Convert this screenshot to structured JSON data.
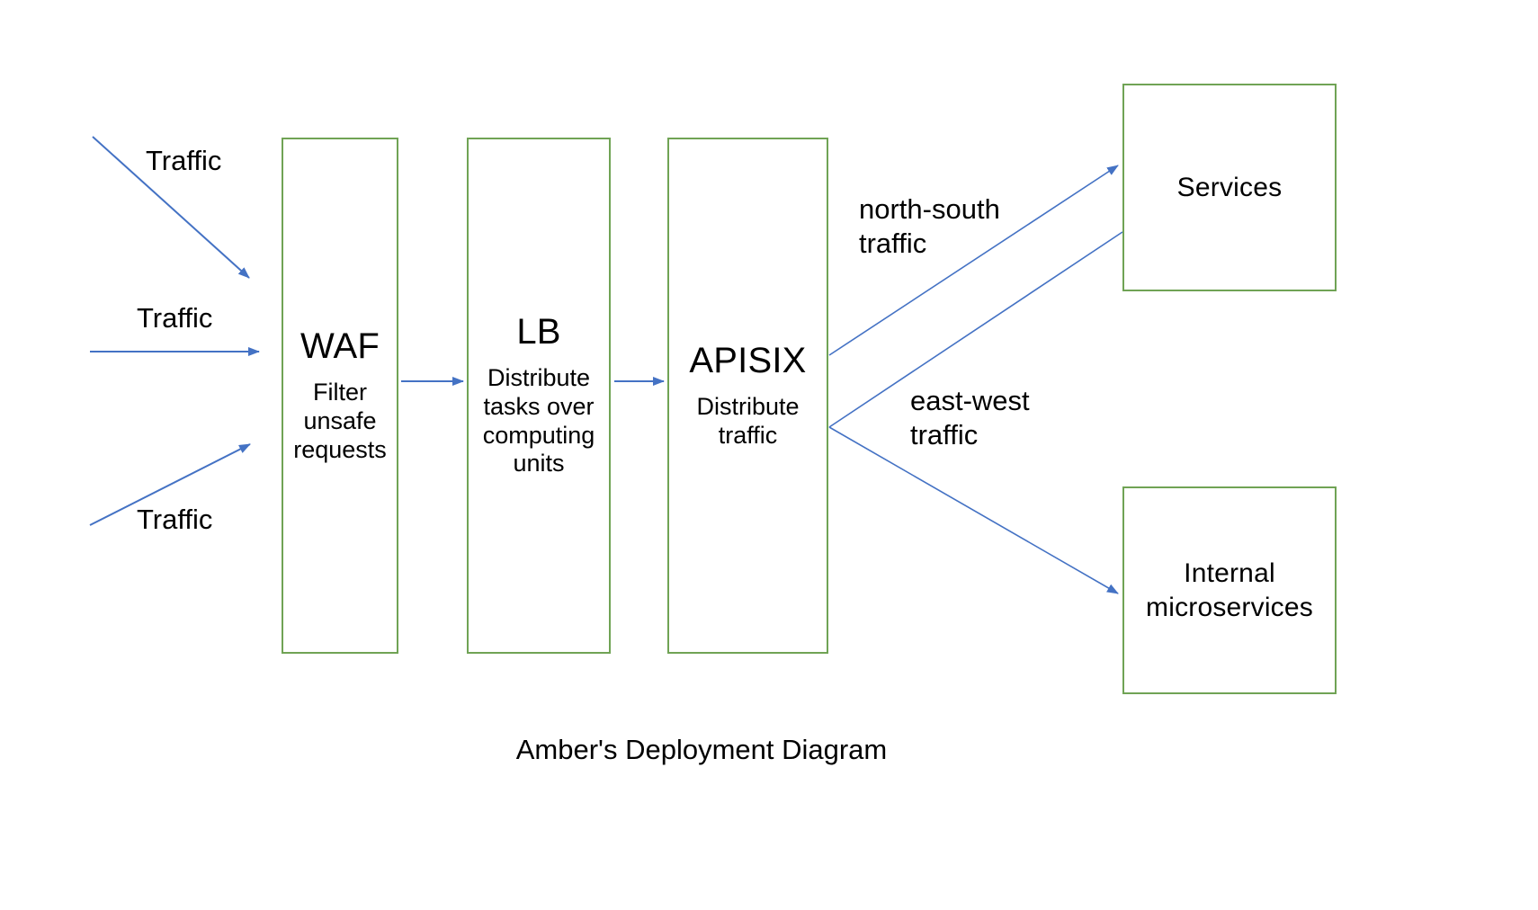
{
  "diagram": {
    "caption": "Amber's Deployment Diagram",
    "colors": {
      "node_border": "#70A355",
      "edge": "#4472C4",
      "text": "#000000",
      "background": "#FFFFFF"
    },
    "nodes": [
      {
        "id": "waf",
        "title": "WAF",
        "subtitle": "Filter unsafe requests"
      },
      {
        "id": "lb",
        "title": "LB",
        "subtitle": "Distribute tasks over computing units"
      },
      {
        "id": "apisix",
        "title": "APISIX",
        "subtitle": "Distribute traffic"
      },
      {
        "id": "services",
        "title": "Services",
        "subtitle": ""
      },
      {
        "id": "internal",
        "title": "Internal microservices",
        "subtitle": ""
      }
    ],
    "edge_labels": {
      "traffic_1": "Traffic",
      "traffic_2": "Traffic",
      "traffic_3": "Traffic",
      "north_south": "north-south\ntraffic",
      "east_west": "east-west\ntraffic"
    },
    "edges": [
      {
        "from": "external-1",
        "to": "waf",
        "label": "Traffic"
      },
      {
        "from": "external-2",
        "to": "waf",
        "label": "Traffic"
      },
      {
        "from": "external-3",
        "to": "waf",
        "label": "Traffic"
      },
      {
        "from": "waf",
        "to": "lb",
        "label": ""
      },
      {
        "from": "lb",
        "to": "apisix",
        "label": ""
      },
      {
        "from": "apisix",
        "to": "services",
        "label": "north-south traffic"
      },
      {
        "from": "apisix",
        "to": "services",
        "label": "east-west traffic"
      },
      {
        "from": "apisix",
        "to": "internal",
        "label": "east-west traffic"
      }
    ]
  }
}
